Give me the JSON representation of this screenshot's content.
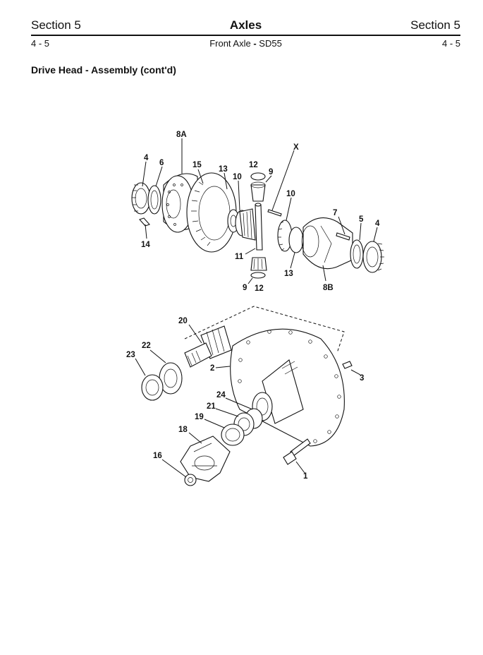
{
  "header": {
    "left": "Section 5",
    "center": "Axles",
    "right": "Section 5",
    "sub_left": "4 - 5",
    "sub_center_a": "Front Axle",
    "sub_center_sep": " - ",
    "sub_center_b": "SD55",
    "sub_right": "4 - 5"
  },
  "section_title": "Drive Head - Assembly (cont'd)",
  "callouts": {
    "c8A": "8A",
    "c4a": "4",
    "c6": "6",
    "c15": "15",
    "c13a": "13",
    "c12a": "12",
    "c9a": "9",
    "c10a": "10",
    "cX": "X",
    "c10b": "10",
    "c7": "7",
    "c5": "5",
    "c4b": "4",
    "c14": "14",
    "c11": "11",
    "c13b": "13",
    "c9b": "9",
    "c12b": "12",
    "c8B": "8B",
    "c20": "20",
    "c22": "22",
    "c23": "23",
    "c2": "2",
    "c3": "3",
    "c24": "24",
    "c21": "21",
    "c19": "19",
    "c18": "18",
    "c16": "16",
    "c1": "1"
  }
}
